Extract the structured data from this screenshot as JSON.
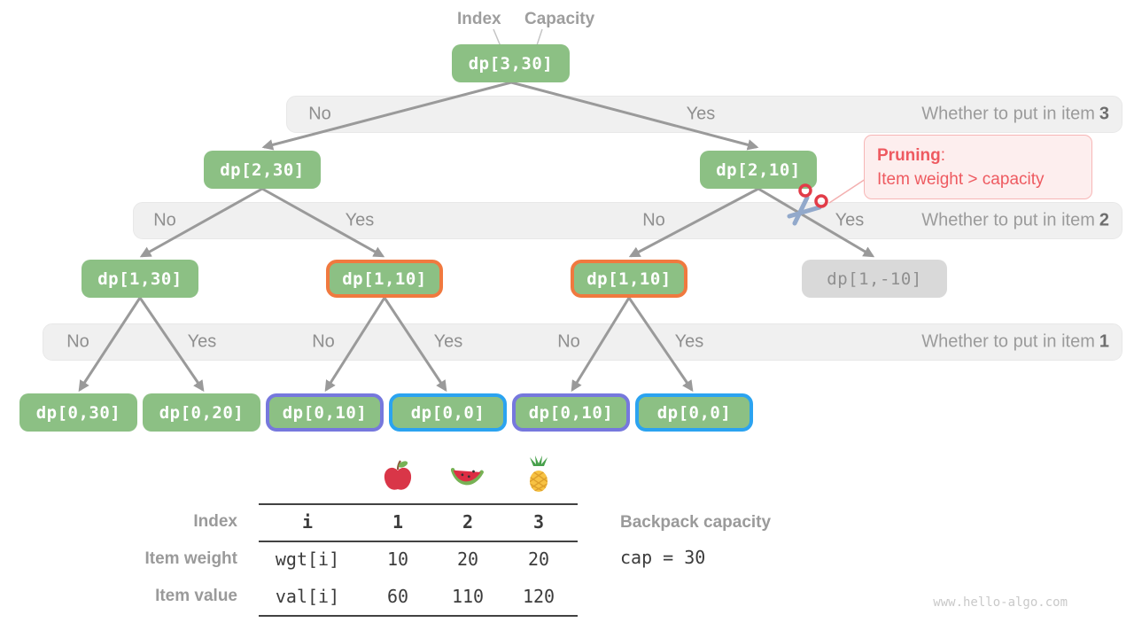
{
  "header": {
    "index_label": "Index",
    "capacity_label": "Capacity"
  },
  "colors": {
    "node_green": "#8cc084",
    "highlight_orange": "#f0793f",
    "highlight_purple": "#7678dd",
    "highlight_blue": "#2ba3f0",
    "pruned_gray_bg": "#d9d9d9",
    "band_bg": "#f0f0f0",
    "edge_gray": "#9a9a9a",
    "pruning_red": "#ee5a60",
    "pruning_bg": "#fdeeee"
  },
  "tree": {
    "nodes": [
      {
        "label": "dp[3,30]",
        "style": "green"
      },
      {
        "label": "dp[2,30]",
        "style": "green"
      },
      {
        "label": "dp[2,10]",
        "style": "green"
      },
      {
        "label": "dp[1,30]",
        "style": "green"
      },
      {
        "label": "dp[1,10]",
        "style": "orange"
      },
      {
        "label": "dp[1,10]",
        "style": "orange"
      },
      {
        "label": "dp[1,-10]",
        "style": "gray"
      },
      {
        "label": "dp[0,30]",
        "style": "green"
      },
      {
        "label": "dp[0,20]",
        "style": "green"
      },
      {
        "label": "dp[0,10]",
        "style": "purple"
      },
      {
        "label": "dp[0,0]",
        "style": "blue"
      },
      {
        "label": "dp[0,10]",
        "style": "purple"
      },
      {
        "label": "dp[0,0]",
        "style": "blue"
      }
    ],
    "bands": [
      {
        "question": "Whether to put in item",
        "item": "3",
        "options": [
          "No",
          "Yes"
        ]
      },
      {
        "question": "Whether to put in item",
        "item": "2",
        "options": [
          "No",
          "Yes",
          "No",
          "Yes"
        ]
      },
      {
        "question": "Whether to put in item",
        "item": "1",
        "options": [
          "No",
          "Yes",
          "No",
          "Yes",
          "No",
          "Yes"
        ]
      }
    ],
    "edges": [
      [
        "dp[3,30]",
        "dp[2,30]"
      ],
      [
        "dp[3,30]",
        "dp[2,10]"
      ],
      [
        "dp[2,30]",
        "dp[1,30]"
      ],
      [
        "dp[2,30]",
        "dp[1,10]"
      ],
      [
        "dp[2,10]",
        "dp[1,10]"
      ],
      [
        "dp[2,10]",
        "dp[1,-10]"
      ],
      [
        "dp[1,30]",
        "dp[0,30]"
      ],
      [
        "dp[1,30]",
        "dp[0,20]"
      ],
      [
        "dp[1,10]",
        "dp[0,10]"
      ],
      [
        "dp[1,10]",
        "dp[0,0]"
      ],
      [
        "dp[1,10]",
        "dp[0,10]"
      ],
      [
        "dp[1,10]",
        "dp[0,0]"
      ]
    ]
  },
  "pruning": {
    "title": "Pruning",
    "separator": ":",
    "note": "Item weight > capacity"
  },
  "table": {
    "item_icons": [
      "apple",
      "watermelon",
      "pineapple"
    ],
    "rows": [
      {
        "label": "Index",
        "cells": [
          "i",
          "1",
          "2",
          "3"
        ]
      },
      {
        "label": "Item weight",
        "cells": [
          "wgt[i]",
          "10",
          "20",
          "20"
        ]
      },
      {
        "label": "Item value",
        "cells": [
          "val[i]",
          "60",
          "110",
          "120"
        ]
      }
    ]
  },
  "backpack": {
    "label": "Backpack capacity",
    "value": "cap = 30"
  },
  "watermark": "www.hello-algo.com"
}
